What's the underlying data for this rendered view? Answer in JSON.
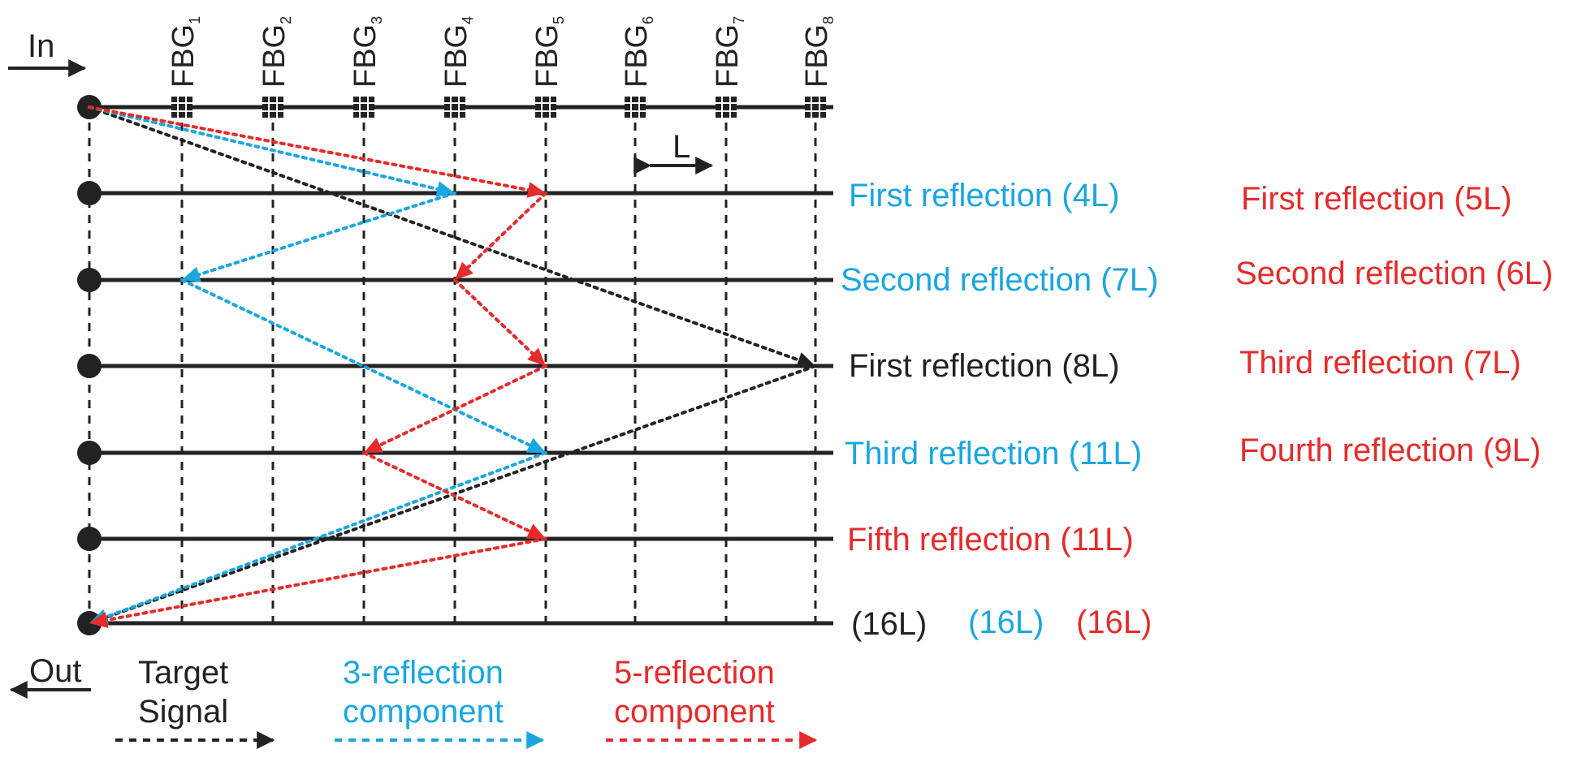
{
  "colors": {
    "target": "#222222",
    "three_reflection": "#1aa6e0",
    "five_reflection": "#e52b2b"
  },
  "gratings": [
    {
      "name": "FBG",
      "sub": "1"
    },
    {
      "name": "FBG",
      "sub": "2"
    },
    {
      "name": "FBG",
      "sub": "3"
    },
    {
      "name": "FBG",
      "sub": "4"
    },
    {
      "name": "FBG",
      "sub": "5"
    },
    {
      "name": "FBG",
      "sub": "6"
    },
    {
      "name": "FBG",
      "sub": "7"
    },
    {
      "name": "FBG",
      "sub": "8"
    }
  ],
  "in_label": "In",
  "out_label": "Out",
  "spacing_label": "L",
  "row_labels": [
    {
      "text": "First reflection (4L)",
      "color": "blue"
    },
    {
      "text": "Second reflection (7L)",
      "color": "blue"
    },
    {
      "text": "First reflection (8L)",
      "color": "black"
    },
    {
      "text": "Third reflection (11L)",
      "color": "blue"
    },
    {
      "text": "Fifth reflection (11L)",
      "color": "red"
    }
  ],
  "five_reflection_labels": [
    "First reflection (5L)",
    "Second reflection (6L)",
    "Third reflection (7L)",
    "Fourth reflection (9L)"
  ],
  "output_labels": [
    {
      "text": "(16L)",
      "color": "black"
    },
    {
      "text": "(16L)",
      "color": "blue"
    },
    {
      "text": "(16L)",
      "color": "red"
    }
  ],
  "legend": [
    {
      "line1": "Target",
      "line2": "Signal",
      "color": "black"
    },
    {
      "line1": "3-reflection",
      "line2": "component",
      "color": "blue"
    },
    {
      "line1": "5-reflection",
      "line2": "component",
      "color": "red"
    }
  ],
  "paths": {
    "target": [
      [
        0,
        0
      ],
      [
        8,
        3
      ],
      [
        0,
        6
      ]
    ],
    "three_reflection": [
      [
        0,
        0
      ],
      [
        4,
        1
      ],
      [
        1,
        2
      ],
      [
        5,
        4
      ],
      [
        0,
        6
      ]
    ],
    "five_reflection": [
      [
        0,
        0
      ],
      [
        5,
        1
      ],
      [
        4,
        2
      ],
      [
        5,
        3
      ],
      [
        3,
        4
      ],
      [
        5,
        5
      ],
      [
        0,
        6
      ]
    ]
  }
}
